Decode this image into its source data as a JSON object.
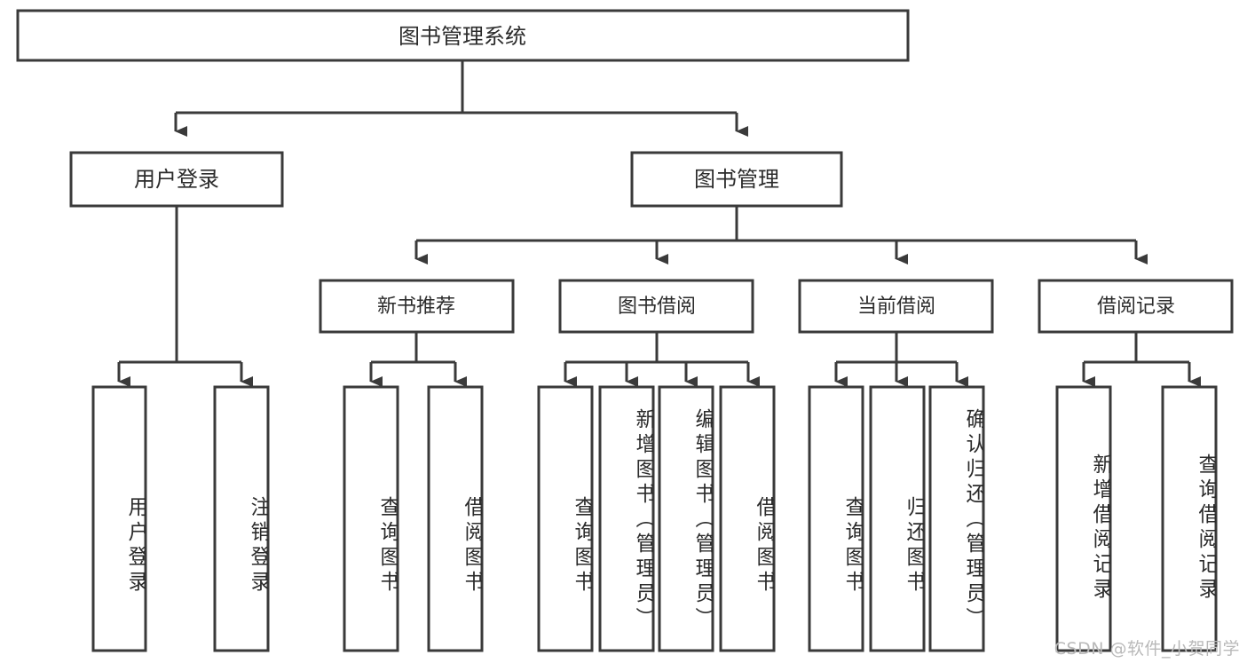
{
  "diagram": {
    "type": "tree",
    "title": "图书管理系统",
    "root": {
      "id": "root",
      "label": "图书管理系统"
    },
    "level2": [
      {
        "id": "user-login",
        "label": "用户登录"
      },
      {
        "id": "book-manage",
        "label": "图书管理"
      }
    ],
    "level3": [
      {
        "id": "new-book-rec",
        "label": "新书推荐",
        "parent": "book-manage"
      },
      {
        "id": "book-borrow",
        "label": "图书借阅",
        "parent": "book-manage"
      },
      {
        "id": "current-borrow",
        "label": "当前借阅",
        "parent": "book-manage"
      },
      {
        "id": "borrow-record",
        "label": "借阅记录",
        "parent": "book-manage"
      }
    ],
    "leaves": [
      {
        "id": "leaf-user-login",
        "label": "用户登录",
        "parent": "user-login"
      },
      {
        "id": "leaf-logout",
        "label": "注销登录",
        "parent": "user-login"
      },
      {
        "id": "leaf-query-book-1",
        "label": "查询图书",
        "parent": "new-book-rec"
      },
      {
        "id": "leaf-borrow-book-1",
        "label": "借阅图书",
        "parent": "new-book-rec"
      },
      {
        "id": "leaf-query-book-2",
        "label": "查询图书",
        "parent": "book-borrow"
      },
      {
        "id": "leaf-add-book",
        "label": "新增图书（管理员）",
        "parent": "book-borrow"
      },
      {
        "id": "leaf-edit-book",
        "label": "编辑图书（管理员）",
        "parent": "book-borrow"
      },
      {
        "id": "leaf-borrow-book-2",
        "label": "借阅图书",
        "parent": "book-borrow"
      },
      {
        "id": "leaf-query-book-3",
        "label": "查询图书",
        "parent": "current-borrow"
      },
      {
        "id": "leaf-return-book",
        "label": "归还图书",
        "parent": "current-borrow"
      },
      {
        "id": "leaf-confirm-return",
        "label": "确认归还（管理员）",
        "parent": "current-borrow"
      },
      {
        "id": "leaf-add-record",
        "label": "新增借阅记录",
        "parent": "borrow-record"
      },
      {
        "id": "leaf-query-record",
        "label": "查询借阅记录",
        "parent": "borrow-record"
      }
    ],
    "colors": {
      "stroke": "#3a3a3a",
      "fill": "#ffffff",
      "text": "#2b2b2b",
      "watermark": "#b9b9b9",
      "background": "#ffffff"
    }
  },
  "watermark": {
    "text": "CSDN @软件_小贺同学"
  }
}
